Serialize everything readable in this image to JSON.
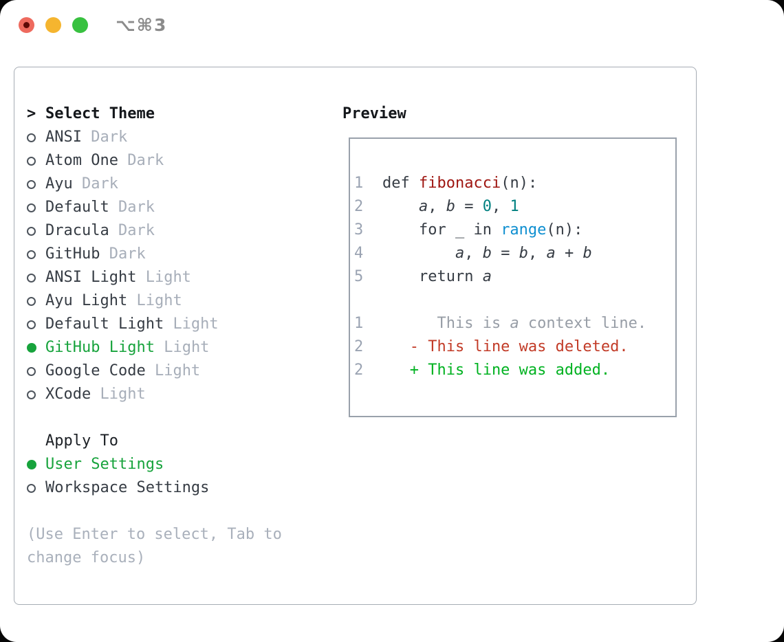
{
  "titlebar": {
    "shortcut_label": "⌥⌘3",
    "buttons": [
      {
        "name": "close",
        "color": "#ee6a5e",
        "dot": true
      },
      {
        "name": "minimize",
        "color": "#f5b52f",
        "dot": false
      },
      {
        "name": "zoom",
        "color": "#38c140",
        "dot": false
      }
    ]
  },
  "colors": {
    "selection_green": "#17a33c",
    "diff_added_green": "#00b221",
    "diff_deleted_red": "#c23b27",
    "code_function_red": "#9e1510",
    "code_number_teal": "#008080",
    "code_builtin_blue": "#0f8fd0"
  },
  "theme_picker": {
    "prompt": ">",
    "title": "Select Theme",
    "themes": [
      {
        "name": "ANSI",
        "variant": "Dark",
        "selected": false
      },
      {
        "name": "Atom One",
        "variant": "Dark",
        "selected": false
      },
      {
        "name": "Ayu",
        "variant": "Dark",
        "selected": false
      },
      {
        "name": "Default",
        "variant": "Dark",
        "selected": false
      },
      {
        "name": "Dracula",
        "variant": "Dark",
        "selected": false
      },
      {
        "name": "GitHub",
        "variant": "Dark",
        "selected": false
      },
      {
        "name": "ANSI Light",
        "variant": "Light",
        "selected": false
      },
      {
        "name": "Ayu Light",
        "variant": "Light",
        "selected": false
      },
      {
        "name": "Default Light",
        "variant": "Light",
        "selected": false
      },
      {
        "name": "GitHub Light",
        "variant": "Light",
        "selected": true
      },
      {
        "name": "Google Code",
        "variant": "Light",
        "selected": false
      },
      {
        "name": "XCode",
        "variant": "Light",
        "selected": false
      }
    ],
    "apply_to": {
      "title": "Apply To",
      "options": [
        {
          "label": "User Settings",
          "selected": true
        },
        {
          "label": "Workspace Settings",
          "selected": false
        }
      ]
    },
    "hint": "(Use Enter to select, Tab to change focus)"
  },
  "preview": {
    "title": "Preview",
    "code_lines": [
      {
        "no": "1",
        "tokens": [
          [
            "p",
            "def "
          ],
          [
            "fn",
            "fibonacci"
          ],
          [
            "p",
            "(n):"
          ]
        ]
      },
      {
        "no": "2",
        "tokens": [
          [
            "p",
            "    "
          ],
          [
            "v",
            "a"
          ],
          [
            "p",
            ", "
          ],
          [
            "v",
            "b"
          ],
          [
            "p",
            " = "
          ],
          [
            "num",
            "0"
          ],
          [
            "p",
            ", "
          ],
          [
            "num",
            "1"
          ]
        ]
      },
      {
        "no": "3",
        "tokens": [
          [
            "p",
            "    for _ in "
          ],
          [
            "bi",
            "range"
          ],
          [
            "p",
            "(n):"
          ]
        ]
      },
      {
        "no": "4",
        "tokens": [
          [
            "p",
            "        "
          ],
          [
            "v",
            "a"
          ],
          [
            "p",
            ", "
          ],
          [
            "v",
            "b"
          ],
          [
            "p",
            " = "
          ],
          [
            "v",
            "b"
          ],
          [
            "p",
            ", "
          ],
          [
            "v",
            "a"
          ],
          [
            "p",
            " + "
          ],
          [
            "v",
            "b"
          ]
        ]
      },
      {
        "no": "5",
        "tokens": [
          [
            "p",
            "    return "
          ],
          [
            "v",
            "a"
          ]
        ]
      }
    ],
    "diff_lines": [
      {
        "no": "1",
        "tokens": [
          [
            "ctx",
            "      This is "
          ],
          [
            "ctxv",
            "a"
          ],
          [
            "ctx",
            " context line."
          ]
        ]
      },
      {
        "no": "2",
        "tokens": [
          [
            "del",
            "   - This line was deleted."
          ]
        ]
      },
      {
        "no": "2",
        "tokens": [
          [
            "add",
            "   + This line was added."
          ]
        ]
      }
    ]
  }
}
